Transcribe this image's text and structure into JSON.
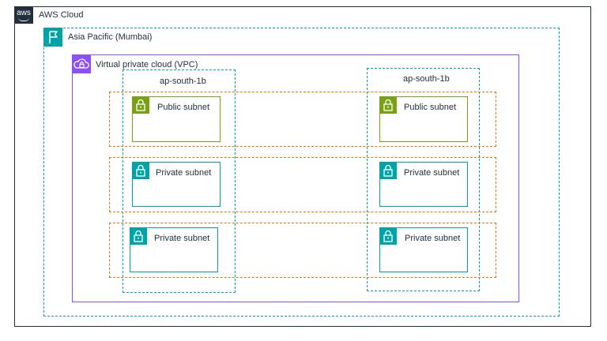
{
  "aws_cloud": {
    "label": "AWS Cloud",
    "logo": "aws"
  },
  "region": {
    "label": "Asia Pacific (Mumbai)"
  },
  "vpc": {
    "label": "Virtual private cloud (VPC)"
  },
  "availability_zones": [
    {
      "label": "ap-south-1b"
    },
    {
      "label": "ap-south-1b"
    }
  ],
  "subnets": {
    "left": [
      {
        "label": "Public subnet",
        "type": "public"
      },
      {
        "label": "Private subnet",
        "type": "private"
      },
      {
        "label": "Private subnet",
        "type": "private"
      }
    ],
    "right": [
      {
        "label": "Public subnet",
        "type": "public"
      },
      {
        "label": "Private subnet",
        "type": "private"
      },
      {
        "label": "Private subnet",
        "type": "private"
      }
    ]
  },
  "colors": {
    "aws_dark": "#232f3e",
    "region_teal": "#00a4a6",
    "vpc_purple": "#8c4fff",
    "public_green": "#7aa116",
    "row_orange": "#ed7100"
  },
  "icons": {
    "aws_logo": "aws-logo-icon",
    "region": "flag-icon",
    "vpc": "cloud-lock-icon",
    "subnet": "padlock-icon"
  }
}
